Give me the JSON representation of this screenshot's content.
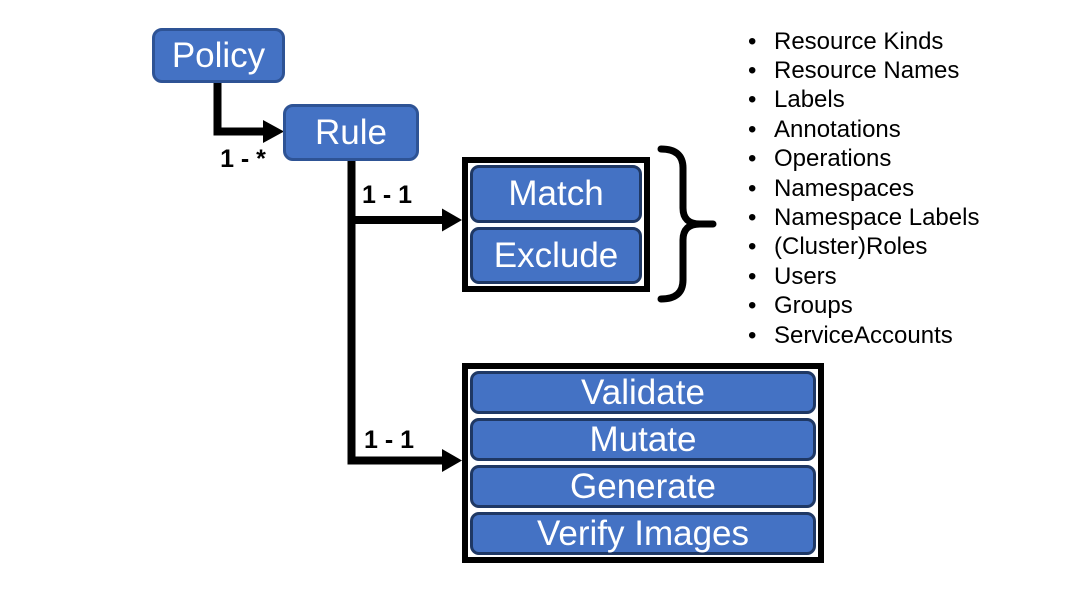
{
  "diagram": {
    "bullet_char": "•",
    "nodes": {
      "policy": "Policy",
      "rule": "Rule",
      "match": "Match",
      "exclude": "Exclude",
      "validate": "Validate",
      "mutate": "Mutate",
      "generate": "Generate",
      "verify_images": "Verify Images"
    },
    "cardinalities": {
      "policy_to_rule": "1 - *",
      "rule_to_match": "1 - 1",
      "rule_to_actions": "1 - 1"
    },
    "match_attributes": [
      "Resource Kinds",
      "Resource Names",
      "Labels",
      "Annotations",
      "Operations",
      "Namespaces",
      "Namespace Labels",
      "(Cluster)Roles",
      "Users",
      "Groups",
      "ServiceAccounts"
    ],
    "colors": {
      "node_fill": "#4472C4",
      "node_border": "#2E5395",
      "inner_node_border": "#1F3864",
      "container_border": "#000000",
      "connector": "#000000",
      "node_text": "#FFFFFF",
      "text": "#000000",
      "background": "#FFFFFF"
    }
  }
}
